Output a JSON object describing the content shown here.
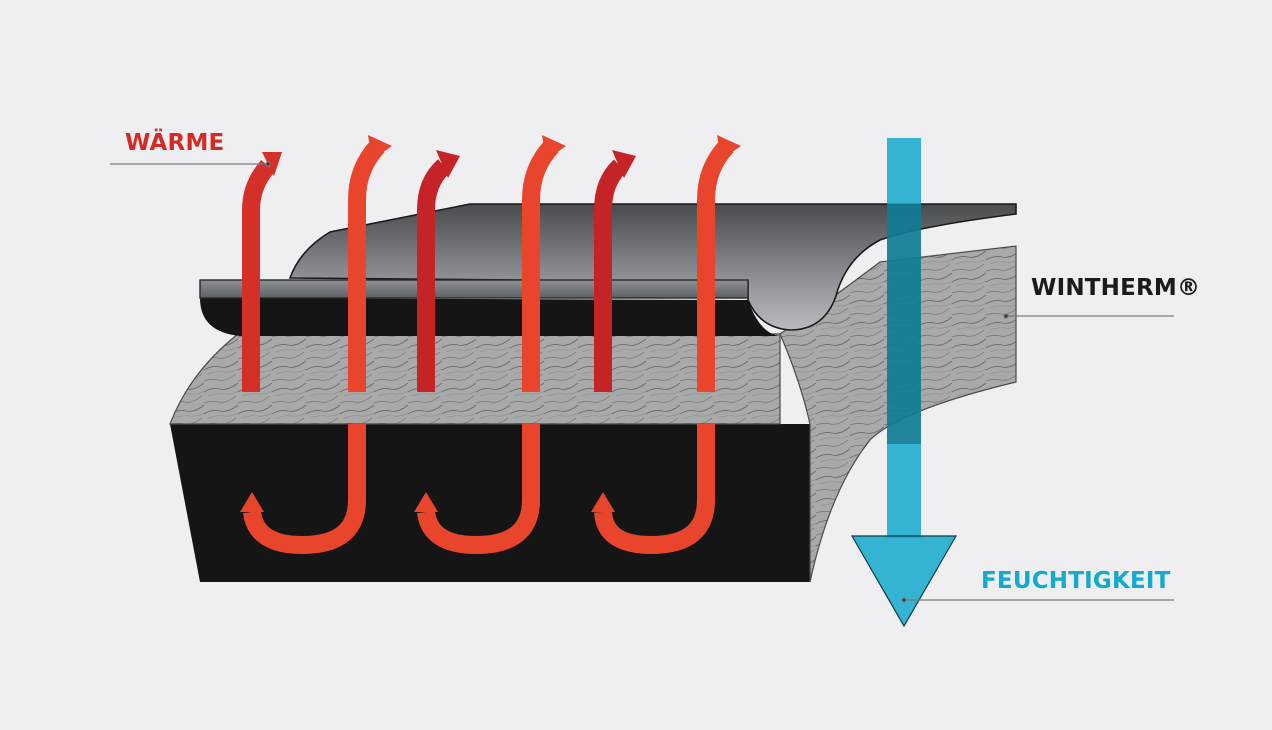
{
  "labels": {
    "heat": "WÄRME",
    "material": "WINTHERM®",
    "moisture": "FEUCHTIGKEIT"
  },
  "colors": {
    "background": "#efeff1",
    "heat_arrow": "#e8452c",
    "heat_arrow_dark": "#c42426",
    "heat_label": "#d42a25",
    "moisture_arrow": "#13a8cc",
    "moisture_label": "#14a9cf",
    "fleece_layer": "#a9a9a9",
    "base_layer": "#151515",
    "shell_layer": "#6e7075",
    "leader_line": "#7a7a7a"
  },
  "icons": {
    "heat": "up-arrow-icon",
    "heat_loop": "loop-arrow-icon",
    "moisture": "down-arrow-icon"
  }
}
